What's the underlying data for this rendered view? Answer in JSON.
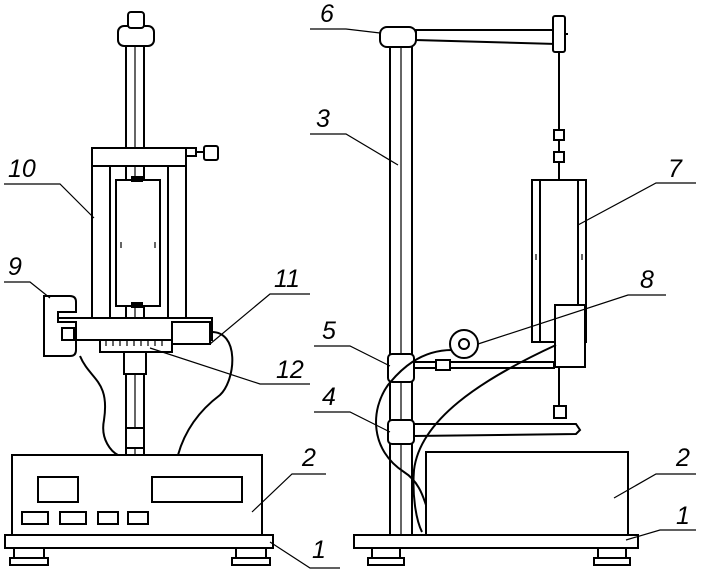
{
  "labels": {
    "l1a": "1",
    "l1b": "1",
    "l2a": "2",
    "l2b": "2",
    "l3": "3",
    "l4": "4",
    "l5": "5",
    "l6": "6",
    "l7": "7",
    "l8": "8",
    "l9": "9",
    "l10": "10",
    "l11": "11",
    "l12": "12"
  },
  "colors": {
    "ink": "#000000",
    "paper": "#ffffff"
  }
}
